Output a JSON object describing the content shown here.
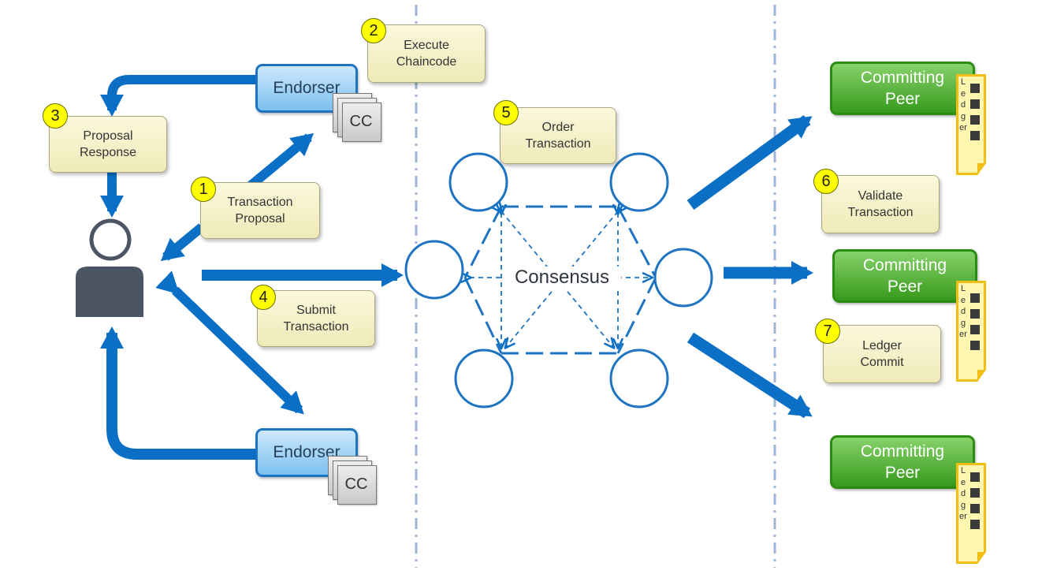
{
  "steps": {
    "s1": {
      "number": "1",
      "label": "Transaction\nProposal"
    },
    "s2": {
      "number": "2",
      "label": "Execute\nChaincode"
    },
    "s3": {
      "number": "3",
      "label": "Proposal\nResponse"
    },
    "s4": {
      "number": "4",
      "label": "Submit\nTransaction"
    },
    "s5": {
      "number": "5",
      "label": "Order\nTransaction"
    },
    "s6": {
      "number": "6",
      "label": "Validate\nTransaction"
    },
    "s7": {
      "number": "7",
      "label": "Ledger\nCommit"
    }
  },
  "endorsers": [
    {
      "label": "Endorser",
      "chaincode": "CC"
    },
    {
      "label": "Endorser",
      "chaincode": "CC"
    }
  ],
  "consensus": {
    "label": "Consensus"
  },
  "peers": [
    {
      "label": "Committing\nPeer",
      "ledger": "Ledger"
    },
    {
      "label": "Committing\nPeer",
      "ledger": "Ledger"
    },
    {
      "label": "Committing\nPeer",
      "ledger": "Ledger"
    }
  ],
  "colors": {
    "arrow": "#0b6fc6",
    "node": "#1f74c1",
    "divider": "#9db3d8",
    "client": "#4b5563"
  }
}
